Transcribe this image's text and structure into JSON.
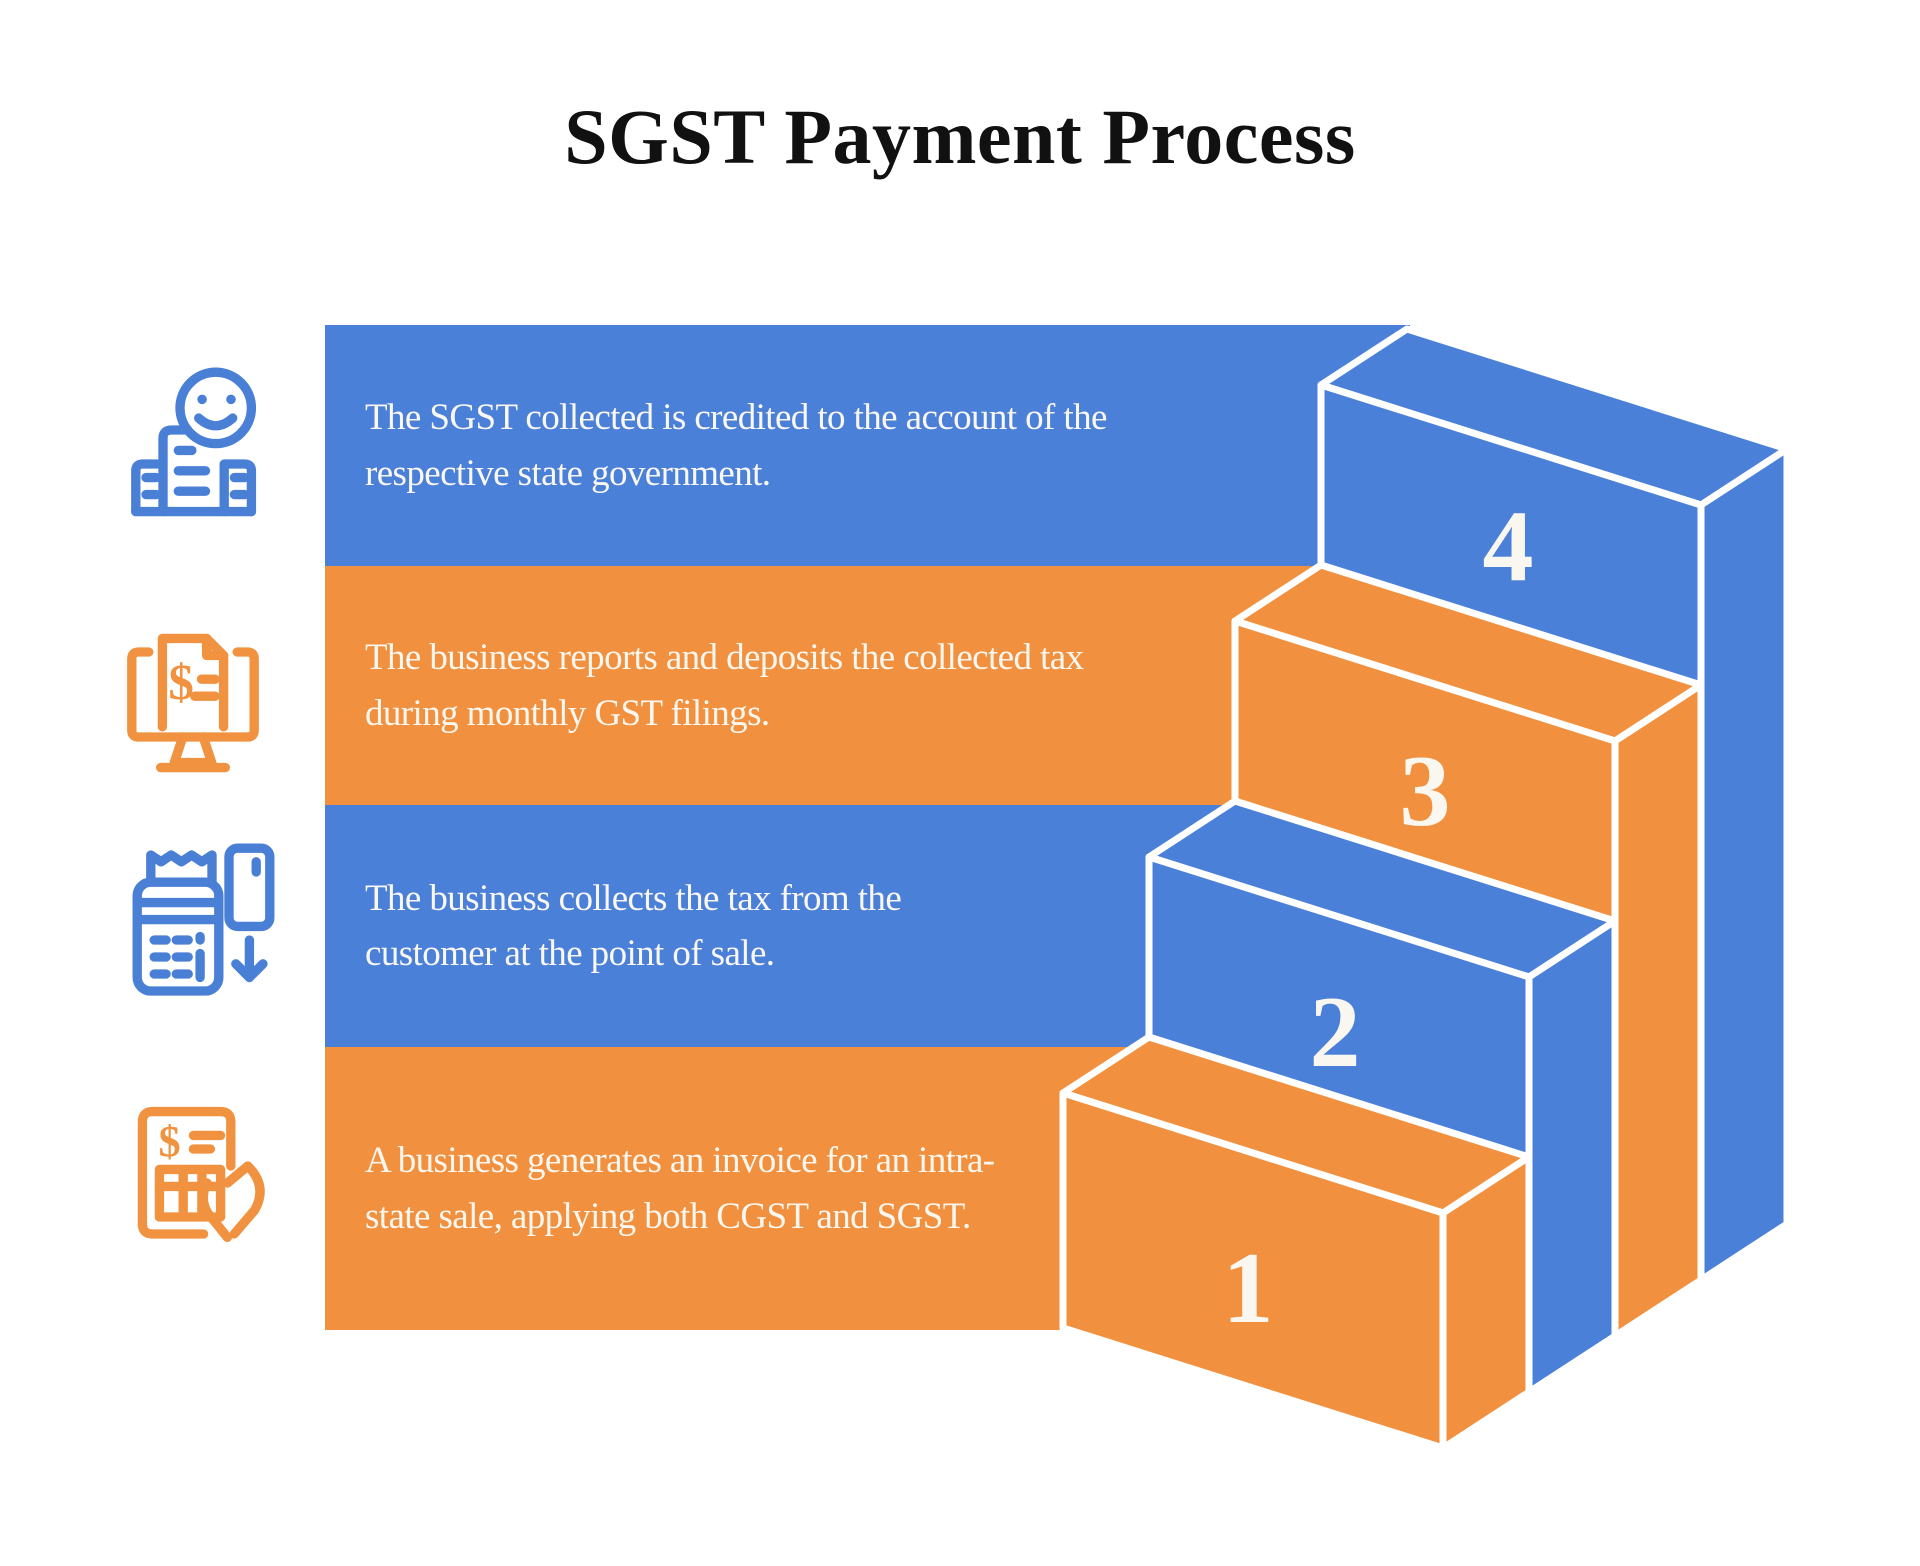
{
  "title": "SGST Payment Process",
  "colors": {
    "blue": "#4B80D8",
    "orange": "#F1913F",
    "icon_blue": "#4A7FD6",
    "icon_orange": "#F0923F",
    "band_text": "#FAF7F0",
    "title_text": "#111111"
  },
  "bands": [
    {
      "step_label": "4",
      "color": "#4B80D8",
      "icon": "happy-customer-receipt-icon",
      "text": "The SGST collected is credited to the account of the respective state government."
    },
    {
      "step_label": "3",
      "color": "#F1913F",
      "icon": "monitor-invoice-icon",
      "text": "The business reports and deposits the collected tax during monthly GST filings."
    },
    {
      "step_label": "2",
      "color": "#4B80D8",
      "icon": "pos-terminal-card-icon",
      "text": "The business collects the tax from the customer at the point of sale."
    },
    {
      "step_label": "1",
      "color": "#F1913F",
      "icon": "invoice-hand-icon",
      "text": "A business generates an invoice for an intra-state sale, applying both CGST and SGST."
    }
  ]
}
